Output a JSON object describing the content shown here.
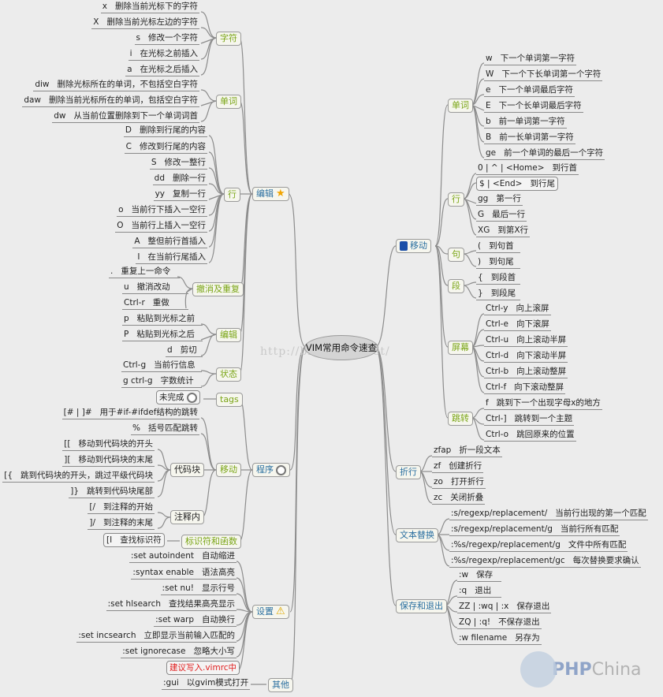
{
  "root": {
    "label": "VIM常用命令速查"
  },
  "watermark": "http://blog.csdn.net/",
  "logo": {
    "php": "PHP",
    "china": "China"
  },
  "left": {
    "edit": {
      "label": "编辑",
      "icon": "star-icon",
      "groups": {
        "chars": {
          "label": "字符",
          "items": [
            {
              "k": "x",
              "d": "删除当前光标下的字符"
            },
            {
              "k": "X",
              "d": "删除当前光标左边的字符"
            },
            {
              "k": "s",
              "d": "修改一个字符"
            },
            {
              "k": "i",
              "d": "在光标之前插入"
            },
            {
              "k": "a",
              "d": "在光标之后插入"
            }
          ]
        },
        "words": {
          "label": "单词",
          "items": [
            {
              "k": "diw",
              "d": "删除光标所在的单词，不包括空白字符"
            },
            {
              "k": "daw",
              "d": "删除当前光标所在的单词，包括空白字符"
            },
            {
              "k": "dw",
              "d": "从当前位置删除到下一个单词词首"
            }
          ]
        },
        "lines": {
          "label": "行",
          "items": [
            {
              "k": "D",
              "d": "删除到行尾的内容"
            },
            {
              "k": "C",
              "d": "修改到行尾的内容"
            },
            {
              "k": "S",
              "d": "修改一整行"
            },
            {
              "k": "dd",
              "d": "删除一行"
            },
            {
              "k": "yy",
              "d": "复制一行"
            },
            {
              "k": "o",
              "d": "当前行下插入一空行"
            },
            {
              "k": "O",
              "d": "当前行上插入一空行"
            },
            {
              "k": "A",
              "d": "整但前行首插入"
            },
            {
              "k": "I",
              "d": "在当前行尾插入"
            }
          ]
        },
        "undo": {
          "label": "撤消及重复",
          "items": [
            {
              "k": ".",
              "d": "重复上一命令"
            },
            {
              "k": "u",
              "d": "撤消改动"
            },
            {
              "k": "Ctrl-r",
              "d": "重做"
            }
          ]
        },
        "paste": {
          "label": "编辑",
          "items": [
            {
              "k": "p",
              "d": "粘贴到光标之前"
            },
            {
              "k": "P",
              "d": "粘贴到光标之后"
            },
            {
              "k": "d",
              "d": "剪切"
            }
          ]
        },
        "status": {
          "label": "状态",
          "items": [
            {
              "k": "Ctrl-g",
              "d": "当前行信息"
            },
            {
              "k": "g ctrl-g",
              "d": "字数统计"
            }
          ]
        }
      }
    },
    "program": {
      "label": "程序",
      "icon": "magnifier-icon",
      "groups": {
        "tags": {
          "label": "tags",
          "items": [
            {
              "k": "",
              "d": "未完成"
            }
          ]
        },
        "move": {
          "label": "移动",
          "items": [
            {
              "k": "[# | ]#",
              "d": "用于#if-#ifdef结构的跳转"
            },
            {
              "k": "%",
              "d": "括号匹配跳转"
            }
          ],
          "codeblock": {
            "label": "代码块",
            "items": [
              {
                "k": "[[",
                "d": "移动到代码块的开头"
              },
              {
                "k": "][",
                "d": "移动到代码块的末尾"
              },
              {
                "k": "[{",
                "d": "跳到代码块的开头，跳过平级代码块"
              },
              {
                "k": "]}",
                "d": "跳转到代码块尾部"
              }
            ]
          },
          "comment": {
            "label": "注释内",
            "items": [
              {
                "k": "[/",
                "d": "到注释的开始"
              },
              {
                "k": "]/",
                "d": "到注释的末尾"
              }
            ]
          }
        },
        "ident": {
          "label": "标识符和函数",
          "items": [
            {
              "k": "[I",
              "d": "查找标识符"
            }
          ]
        }
      }
    },
    "settings": {
      "label": "设置",
      "icon": "warning-icon",
      "items": [
        {
          "k": ":set autoindent",
          "d": "自动缩进"
        },
        {
          "k": ":syntax enable",
          "d": "语法高亮"
        },
        {
          "k": ":set nu!",
          "d": "显示行号"
        },
        {
          "k": ":set hlsearch",
          "d": "查找结果高亮显示"
        },
        {
          "k": ":set warp",
          "d": "自动换行"
        },
        {
          "k": ":set incsearch",
          "d": "立即显示当前输入匹配的"
        },
        {
          "k": ":set ignorecase",
          "d": "忽略大小写"
        }
      ],
      "note": "建议写入.vimrc中"
    },
    "other": {
      "label": "其他",
      "items": [
        {
          "k": ":gui",
          "d": "以gvim模式打开"
        }
      ]
    }
  },
  "right": {
    "move": {
      "label": "移动",
      "icon": "book-icon",
      "groups": {
        "words": {
          "label": "单词",
          "items": [
            {
              "k": "w",
              "d": "下一个单词第一字符"
            },
            {
              "k": "W",
              "d": "下一个下长单词第一个字符"
            },
            {
              "k": "e",
              "d": "下一个单词最后字符"
            },
            {
              "k": "E",
              "d": "下一个长单词最后字符"
            },
            {
              "k": "b",
              "d": "前一单词第一字符"
            },
            {
              "k": "B",
              "d": "前一长单词第一字符"
            },
            {
              "k": "ge",
              "d": "前一个单词的最后一个字符"
            }
          ]
        },
        "lines": {
          "label": "行",
          "items": [
            {
              "k": "0 | ^ | <Home>",
              "d": "到行首"
            },
            {
              "k": "$ | <End>",
              "d": "到行尾"
            },
            {
              "k": "gg",
              "d": "第一行"
            },
            {
              "k": "G",
              "d": "最后一行"
            },
            {
              "k": "XG",
              "d": "到第X行"
            }
          ]
        },
        "sentence": {
          "label": "句",
          "items": [
            {
              "k": "(",
              "d": "到句首"
            },
            {
              "k": ")",
              "d": "到句尾"
            }
          ]
        },
        "paragraph": {
          "label": "段",
          "items": [
            {
              "k": "{",
              "d": "到段首"
            },
            {
              "k": "}",
              "d": "到段尾"
            }
          ]
        },
        "screen": {
          "label": "屏幕",
          "items": [
            {
              "k": "Ctrl-y",
              "d": "向上滚屏"
            },
            {
              "k": "Ctrl-e",
              "d": "向下滚屏"
            },
            {
              "k": "Ctrl-u",
              "d": "向上滚动半屏"
            },
            {
              "k": "Ctrl-d",
              "d": "向下滚动半屏"
            },
            {
              "k": "Ctrl-b",
              "d": "向上滚动整屏"
            },
            {
              "k": "Ctrl-f",
              "d": "向下滚动整屏"
            }
          ]
        },
        "jump": {
          "label": "跳转",
          "items": [
            {
              "k": "f",
              "d": "跳到下一个出现字母x的地方"
            },
            {
              "k": "Ctrl-]",
              "d": "跳转到一个主题"
            },
            {
              "k": "Ctrl-o",
              "d": "跳回原来的位置"
            }
          ]
        }
      }
    },
    "fold": {
      "label": "折行",
      "items": [
        {
          "k": "zfap",
          "d": "折一段文本"
        },
        {
          "k": "zf",
          "d": "创建折行"
        },
        {
          "k": "zo",
          "d": "打开折行"
        },
        {
          "k": "zc",
          "d": "关闭折叠"
        }
      ]
    },
    "replace": {
      "label": "文本替换",
      "items": [
        {
          "k": ":s/regexp/replacement/",
          "d": "当前行出现的第一个匹配"
        },
        {
          "k": ":s/regexp/replacement/g",
          "d": "当前行所有匹配"
        },
        {
          "k": ":%s/regexp/replacement/g",
          "d": "文件中所有匹配"
        },
        {
          "k": ":%s/regexp/replacement/gc",
          "d": "每次替换要求确认"
        }
      ]
    },
    "save": {
      "label": "保存和退出",
      "items": [
        {
          "k": ":w",
          "d": "保存"
        },
        {
          "k": ":q",
          "d": "退出"
        },
        {
          "k": "ZZ | :wq | :x",
          "d": "保存退出"
        },
        {
          "k": "ZQ | :q!",
          "d": "不保存退出"
        },
        {
          "k": ":w filename",
          "d": "另存为"
        }
      ]
    }
  }
}
